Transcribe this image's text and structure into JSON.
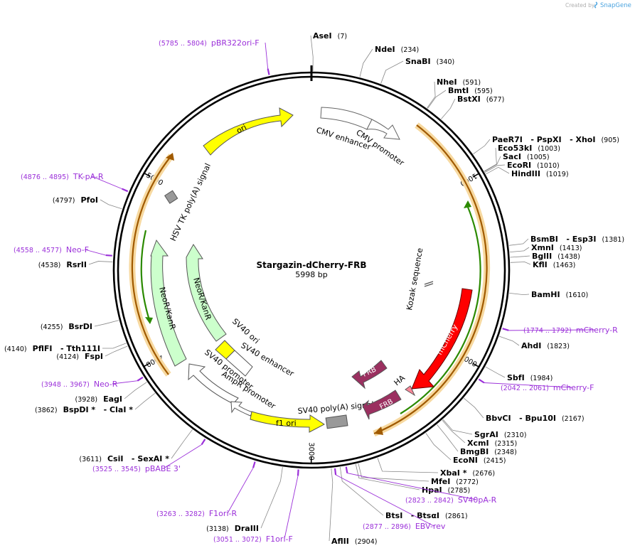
{
  "app": {
    "credit": "Created by",
    "brand": "SnapGene"
  },
  "plasmid": {
    "name": "Stargazin-dCherry-FRB",
    "size": "5998 bp",
    "total_bp": 5998
  },
  "colors": {
    "primer": "#9b30d9",
    "backbone": "#000000",
    "ori": "#ffff00",
    "mcherry": "#ff0000",
    "frb": "#9b3060",
    "kanr": "#ccffcc",
    "promoter": "#ffffff",
    "polya": "#999999",
    "orf_halo": "#f7d9a0",
    "orf_line": "#a05a00",
    "green_orf": "#2b8a00"
  },
  "ticks": [
    {
      "label": "1000",
      "bp": 1000
    },
    {
      "label": "2000",
      "bp": 2000
    },
    {
      "label": "3000",
      "bp": 3000
    },
    {
      "label": "4000",
      "bp": 4000
    },
    {
      "label": "5000",
      "bp": 5000
    }
  ],
  "sites": [
    {
      "name": "AseI",
      "pos": "(7)"
    },
    {
      "name": "NdeI",
      "pos": "(234)"
    },
    {
      "name": "SnaBI",
      "pos": "(340)"
    },
    {
      "name": "NheI",
      "pos": "(591)"
    },
    {
      "name": "BmtI",
      "pos": "(595)"
    },
    {
      "name": "BstXI",
      "pos": "(677)"
    },
    {
      "name": "PaeR7I   - PspXI   - XhoI",
      "pos": "(905)"
    },
    {
      "name": "Eco53kI",
      "pos": "(1003)"
    },
    {
      "name": "SacI",
      "pos": "(1005)"
    },
    {
      "name": "EcoRI",
      "pos": "(1010)"
    },
    {
      "name": "HindIII",
      "pos": "(1019)"
    },
    {
      "name": "BsmBI   - Esp3I",
      "pos": "(1381)"
    },
    {
      "name": "XmnI",
      "pos": "(1413)"
    },
    {
      "name": "BglII",
      "pos": "(1438)"
    },
    {
      "name": "KflI",
      "pos": "(1463)"
    },
    {
      "name": "BamHI",
      "pos": "(1610)"
    },
    {
      "name": "AhdI",
      "pos": "(1823)"
    },
    {
      "name": "SbfI",
      "pos": "(1984)"
    },
    {
      "name": "BbvCI   - Bpu10I",
      "pos": "(2167)"
    },
    {
      "name": "SgrAI",
      "pos": "(2310)"
    },
    {
      "name": "XcmI",
      "pos": "(2315)"
    },
    {
      "name": "BmgBI",
      "pos": "(2348)"
    },
    {
      "name": "EcoNI",
      "pos": "(2415)"
    },
    {
      "name": "XbaI *",
      "pos": "(2676)"
    },
    {
      "name": "MfeI",
      "pos": "(2772)"
    },
    {
      "name": "HpaI",
      "pos": "(2785)"
    },
    {
      "name": "BtsI   - BtsαI",
      "pos": "(2861)"
    },
    {
      "name": "AflII",
      "pos": "(2904)"
    },
    {
      "name": "DraIII",
      "pos": "(3138)"
    },
    {
      "name": "CsiI   - SexAI *",
      "pos": "(3611)"
    },
    {
      "name": "BspDI *   - ClaI *",
      "pos": "(3862)"
    },
    {
      "name": "EagI",
      "pos": "(3928)"
    },
    {
      "name": "FspI",
      "pos": "(4124)"
    },
    {
      "name": "PflFI   - Tth111I",
      "pos": "(4140)"
    },
    {
      "name": "BsrDI",
      "pos": "(4255)"
    },
    {
      "name": "RsrII",
      "pos": "(4538)"
    },
    {
      "name": "PfoI",
      "pos": "(4797)"
    }
  ],
  "primers": [
    {
      "name": "pBR322ori-F",
      "range": "(5785 .. 5804)"
    },
    {
      "name": "TK-pA-R",
      "range": "(4876 .. 4895)"
    },
    {
      "name": "Neo-F",
      "range": "(4558 .. 4577)"
    },
    {
      "name": "Neo-R",
      "range": "(3948 .. 3967)"
    },
    {
      "name": "pBABE 3'",
      "range": "(3525 .. 3545)"
    },
    {
      "name": "F1ori-R",
      "range": "(3263 .. 3282)"
    },
    {
      "name": "F1ori-F",
      "range": "(3051 .. 3072)"
    },
    {
      "name": "EBV-rev",
      "range": "(2877 .. 2896)"
    },
    {
      "name": "SV40pA-R",
      "range": "(2823 .. 2842)"
    },
    {
      "name": "mCherry-F",
      "range": "(2042 .. 2061)"
    },
    {
      "name": "mCherry-R",
      "range": "(1774 .. 1792)"
    }
  ],
  "features": {
    "ori": "ori",
    "cmv_enhancer": "CMV enhancer",
    "cmv_promoter": "CMV promoter",
    "hsv_tk": "HSV TK poly(A) signal",
    "neo_outer": "NeoR/KanR",
    "neo_inner": "NeoR/KanR",
    "sv40_ori": "SV40 ori",
    "sv40_enhancer": "SV40 enhancer",
    "sv40_promoter": "SV40 promoter",
    "ampr_promoter": "AmpR promoter",
    "f1_ori": "f1 ori",
    "sv40_polya": "SV40 poly(A) signal",
    "kozak": "Kozak sequence",
    "mcherry": "mCherry",
    "frb1": "FRB",
    "frb2": "FRB",
    "ha": "HA"
  }
}
